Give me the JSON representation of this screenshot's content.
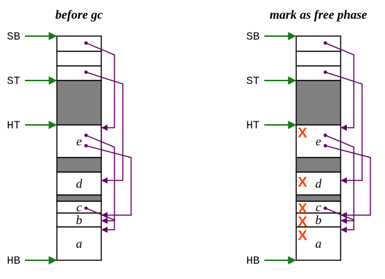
{
  "colors": {
    "pointer": "#660066",
    "register_arrow": "#1a7a1a",
    "used_block": "#808080",
    "free_mark": "#ff4400",
    "cell_border": "#000000"
  },
  "panels": [
    {
      "title": "before gc",
      "registers": [
        "SB",
        "ST",
        "HT",
        "HB"
      ],
      "cells": [
        "",
        "",
        "",
        "",
        "e",
        "",
        "d",
        "",
        "c",
        "b",
        "a"
      ],
      "marks": []
    },
    {
      "title": "mark as free phase",
      "registers": [
        "SB",
        "ST",
        "HT",
        "HB"
      ],
      "cells": [
        "",
        "",
        "",
        "",
        "e",
        "",
        "d",
        "",
        "c",
        "b",
        "a"
      ],
      "marks": [
        "X",
        "X",
        "X",
        "X",
        "X"
      ]
    }
  ]
}
